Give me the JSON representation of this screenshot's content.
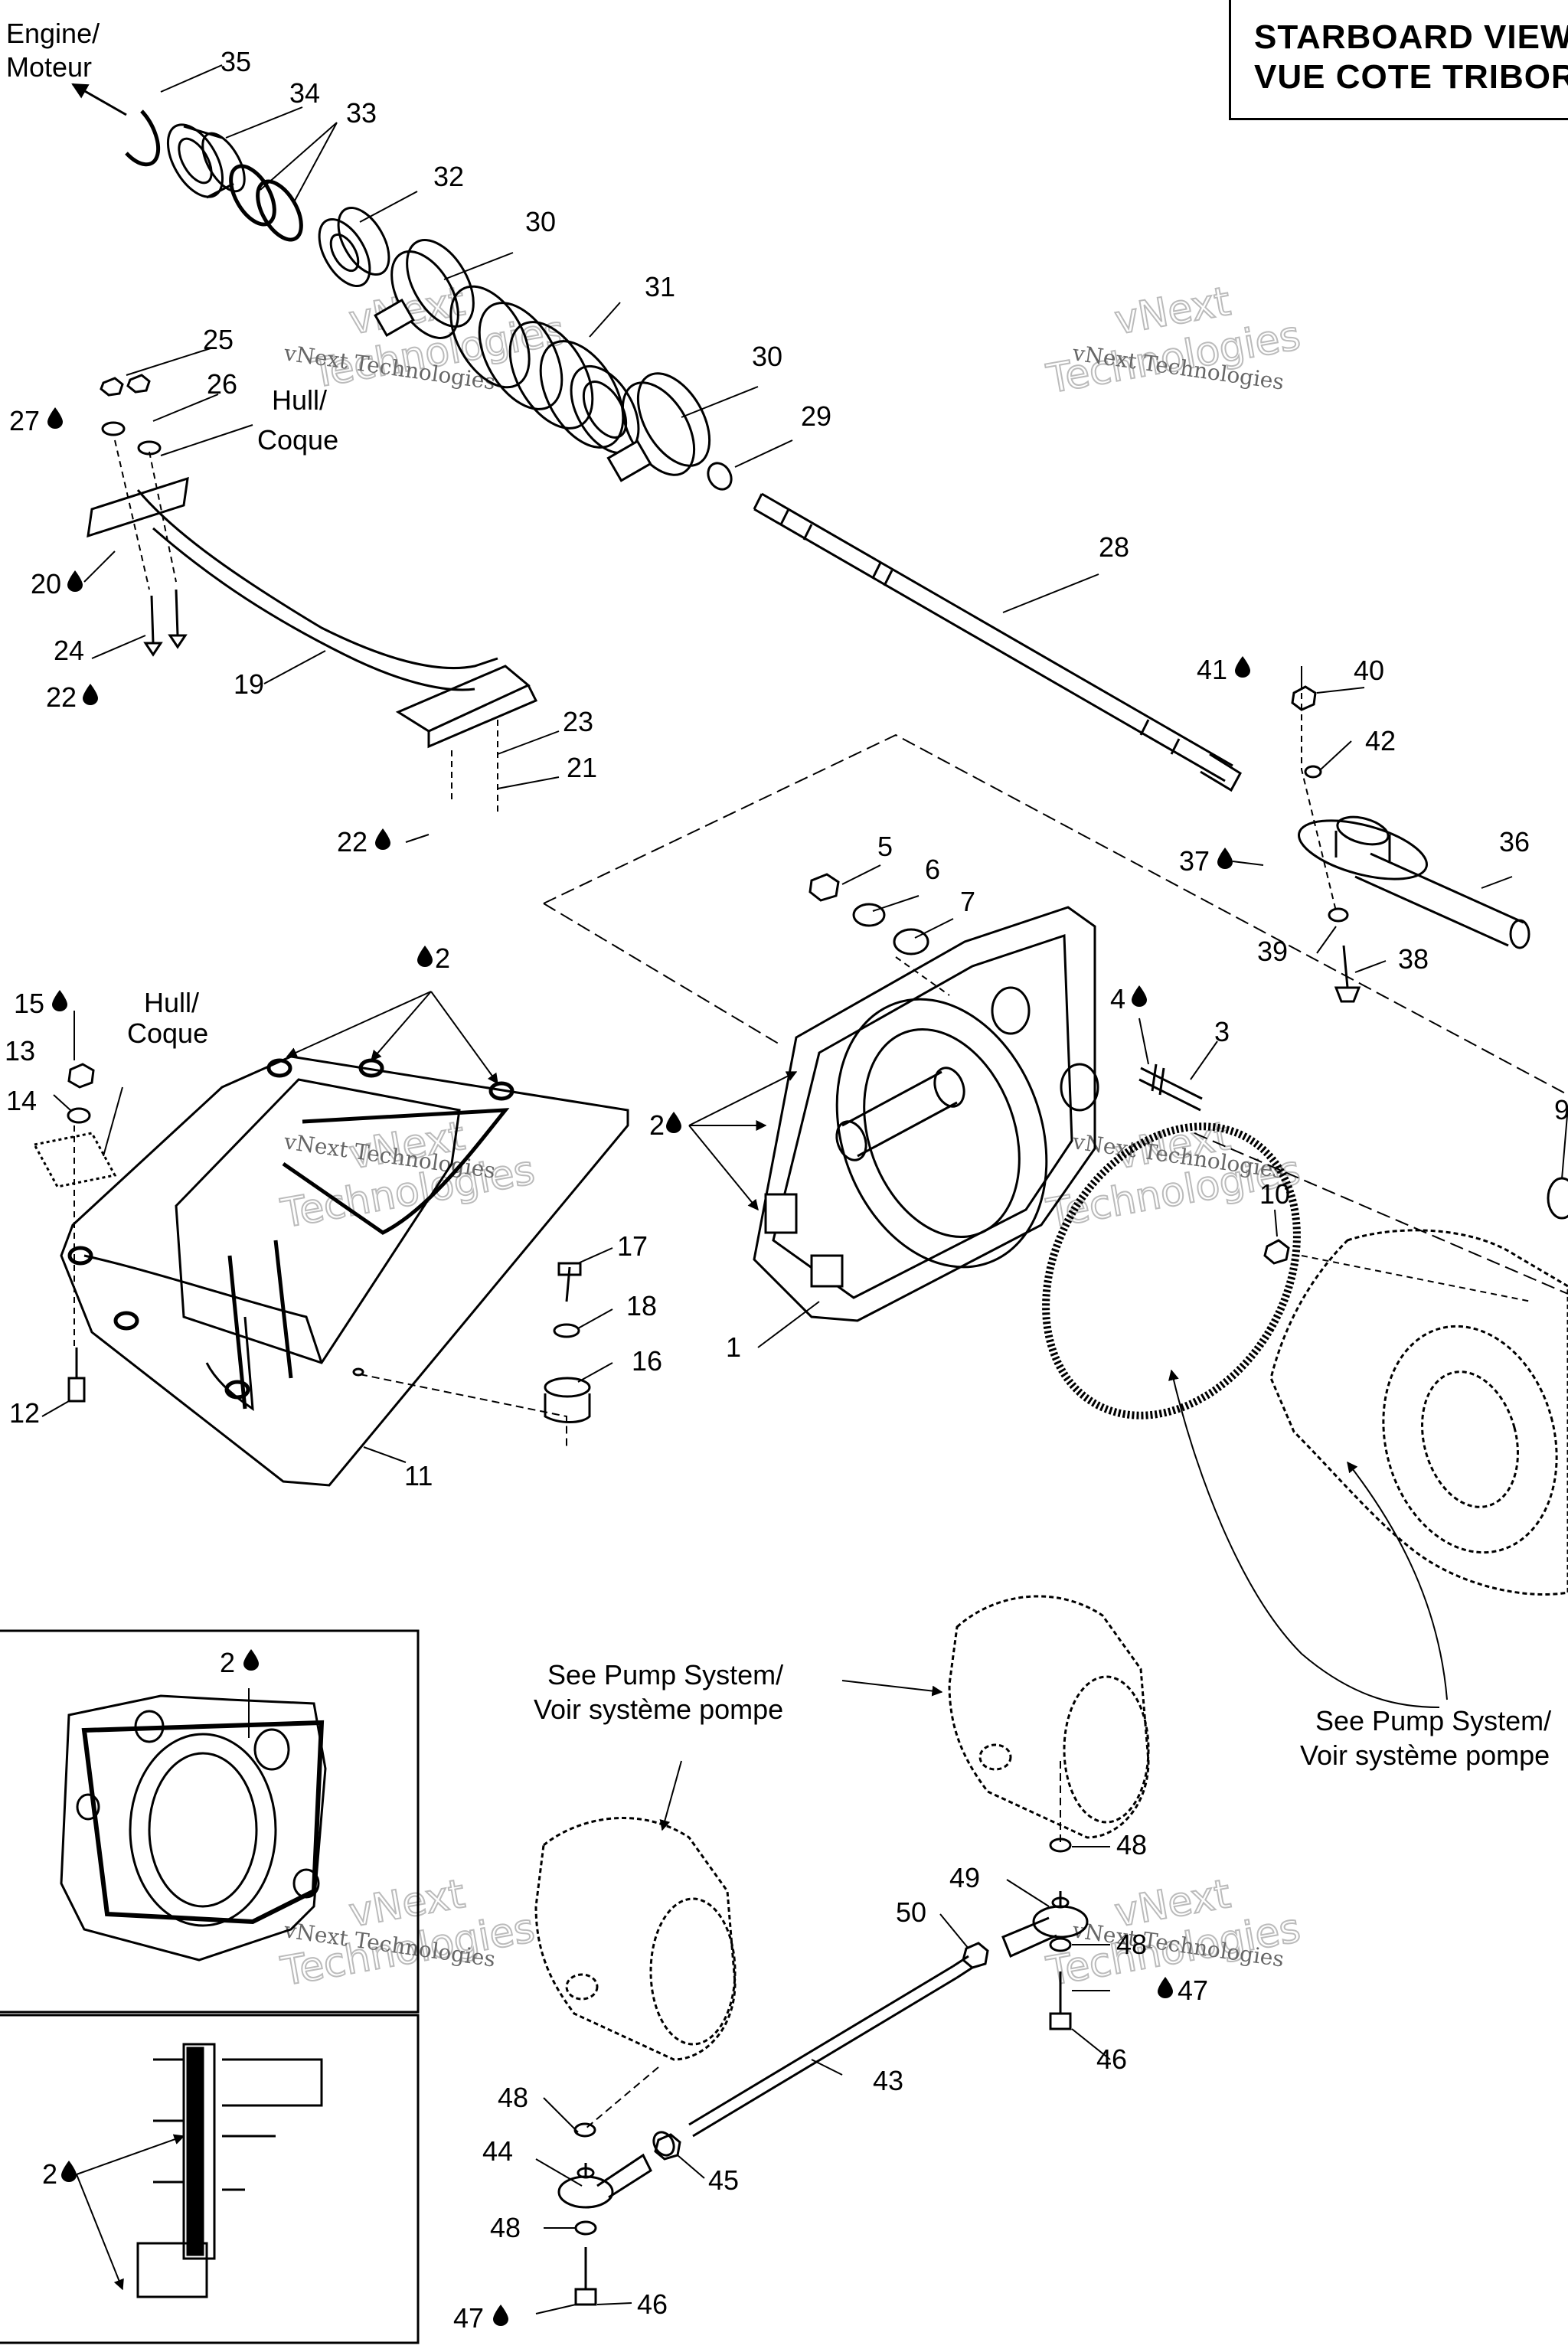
{
  "title": {
    "line1": "STARBOARD VIEW",
    "line2": "VUE COTE TRIBORD"
  },
  "notes": {
    "engine": [
      "Engine/",
      "Moteur"
    ],
    "hull_top": [
      "Hull/",
      "Coque"
    ],
    "hull_left": [
      "Hull/",
      "Coque"
    ],
    "see_pump_left": [
      "See Pump System/",
      "Voir système pompe"
    ],
    "see_pump_right": [
      "See Pump System/",
      "Voir système pompe"
    ]
  },
  "watermark": {
    "brand": "vNext",
    "line2": "Technologies",
    "small": "vNext Technologies"
  },
  "parts": [
    "1",
    "2",
    "3",
    "4",
    "5",
    "6",
    "7",
    "9",
    "10",
    "11",
    "12",
    "13",
    "14",
    "15",
    "16",
    "17",
    "18",
    "19",
    "20",
    "21",
    "22",
    "23",
    "24",
    "25",
    "26",
    "27",
    "28",
    "29",
    "30",
    "31",
    "32",
    "33",
    "34",
    "35",
    "36",
    "37",
    "38",
    "39",
    "40",
    "41",
    "42",
    "43",
    "44",
    "45",
    "46",
    "47",
    "48",
    "49",
    "50"
  ],
  "callouts": {
    "c35": "35",
    "c34": "34",
    "c33": "33",
    "c32": "32",
    "c30a": "30",
    "c31": "31",
    "c30b": "30",
    "c29": "29",
    "c25": "25",
    "c26": "26",
    "c27": "27",
    "c20": "20",
    "c24": "24",
    "c22a": "22",
    "c19": "19",
    "c23": "23",
    "c21": "21",
    "c22b": "22",
    "c28": "28",
    "c41": "41",
    "c40": "40",
    "c42": "42",
    "c37": "37",
    "c36": "36",
    "c39": "39",
    "c38": "38",
    "c5": "5",
    "c6": "6",
    "c7": "7",
    "c4": "4",
    "c3": "3",
    "c9": "9",
    "c10": "10",
    "c2a": "2",
    "c2b": "2",
    "c1": "1",
    "c15": "15",
    "c13": "13",
    "c14": "14",
    "c12": "12",
    "c11": "11",
    "c17": "17",
    "c18": "18",
    "c16": "16",
    "c2c": "2",
    "c2d": "2",
    "c48a": "48",
    "c49": "49",
    "c50": "50",
    "c48b": "48",
    "c47a": "47",
    "c46a": "46",
    "c43": "43",
    "c48c": "48",
    "c44": "44",
    "c45": "45",
    "c48d": "48",
    "c47b": "47",
    "c46b": "46"
  }
}
